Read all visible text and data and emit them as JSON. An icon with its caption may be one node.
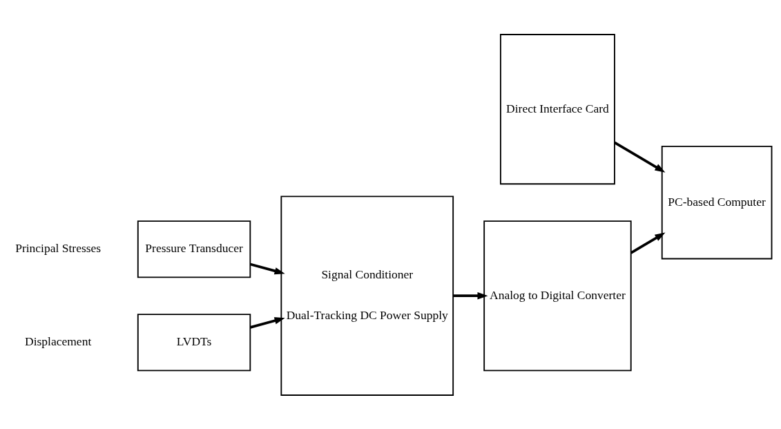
{
  "diagram": {
    "nodes": [
      {
        "text": [
          "LVDTs"
        ]
      },
      {
        "text": [
          "Pressure Transducer"
        ]
      },
      {
        "text": [
          "Signal Conditioner",
          "Dual-Tracking DC Power Supply"
        ]
      },
      {
        "text": [
          "Analog to Digital Converter"
        ]
      },
      {
        "text": [
          "PC-based Computer"
        ]
      },
      {
        "text": [
          "Direct Interface Card"
        ]
      }
    ],
    "edges": [
      {
        "from": 0,
        "to": 2,
        "arrow": "to"
      },
      {
        "from": 1,
        "to": 2,
        "arrow": "to"
      },
      {
        "from": 2,
        "to": 3,
        "arrow": "to"
      },
      {
        "from": 3,
        "to": 4,
        "arrow": "to"
      },
      {
        "from": 5,
        "to": 4,
        "arrow": "to"
      }
    ],
    "labels": [
      "Displacement",
      "Principal Stresses"
    ]
  }
}
